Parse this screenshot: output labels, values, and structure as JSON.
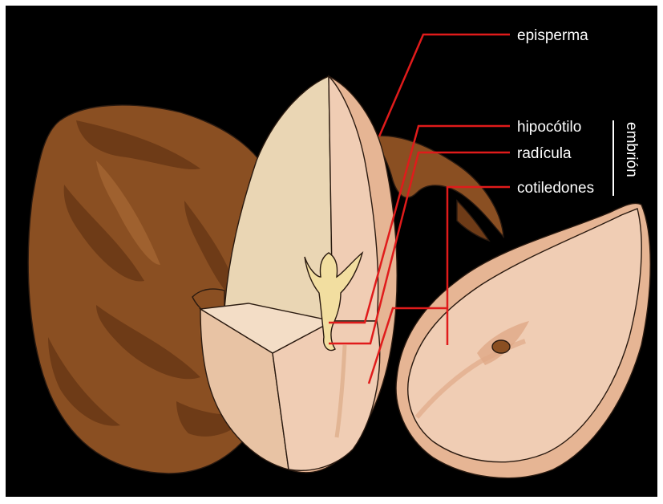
{
  "diagram": {
    "labels": {
      "episperma": "episperma",
      "hipocotilo": "hipocótilo",
      "radicula": "radícula",
      "cotiledones": "cotiledones",
      "embrion": "embrión"
    },
    "colors": {
      "background": "#000000",
      "frame": "#ffffff",
      "seed_coat": "#8a4f22",
      "seed_coat_shade": "#6e3b17",
      "seed_coat_light": "#a86a35",
      "cotyledon_outer": "#e6b594",
      "cotyledon_face": "#f0cdb4",
      "cotyledon_light": "#ead6b4",
      "embryo": "#f2dea0",
      "leader_lines": "#e01b1b",
      "label_text": "#ffffff"
    }
  }
}
